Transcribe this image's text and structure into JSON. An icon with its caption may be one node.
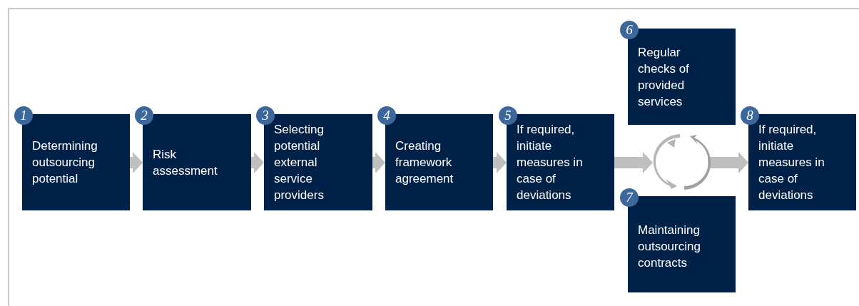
{
  "diagram": {
    "nodes": [
      {
        "text": [
          "1",
          "Determining outsourcing potential"
        ]
      },
      {
        "text": [
          "2",
          "Risk assessment"
        ]
      },
      {
        "text": [
          "3",
          "Selecting potential external service providers"
        ]
      },
      {
        "text": [
          "4",
          "Creating framework agreement"
        ]
      },
      {
        "text": [
          "5",
          "If required, initiate measures in case of deviations"
        ]
      },
      {
        "text": [
          "6",
          "Regular checks of provided services"
        ]
      },
      {
        "text": [
          "7",
          "Maintaining outsourcing contracts"
        ]
      },
      {
        "text": [
          "8",
          "If required, initiate measures in case of deviations"
        ]
      },
      {
        "text": [],
        "shape": "circle"
      }
    ],
    "edges": [
      {
        "from": 0,
        "to": 1,
        "arrow": "to"
      },
      {
        "from": 1,
        "to": 2,
        "arrow": "to"
      },
      {
        "from": 2,
        "to": 3,
        "arrow": "to"
      },
      {
        "from": 3,
        "to": 4,
        "arrow": "to"
      },
      {
        "from": 4,
        "to": 8,
        "arrow": "to"
      },
      {
        "from": 8,
        "to": 7,
        "arrow": "to"
      }
    ]
  }
}
